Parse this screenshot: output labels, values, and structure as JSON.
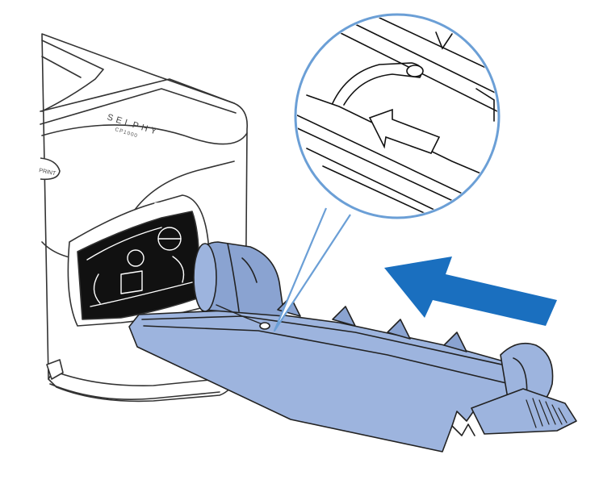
{
  "printer": {
    "brand_label": "SELPHY",
    "model_label": "CP1000",
    "button_label": "PRINT"
  },
  "colors": {
    "line": "#333333",
    "body_fill": "#ffffff",
    "cartridge_fill": "#9db4de",
    "cartridge_shade": "#8aa3d1",
    "arrow": "#1a6fbf",
    "callout": "#6b9fd6"
  },
  "icons": {
    "direction": "arrow-left-icon",
    "callout": "magnifier-callout"
  }
}
